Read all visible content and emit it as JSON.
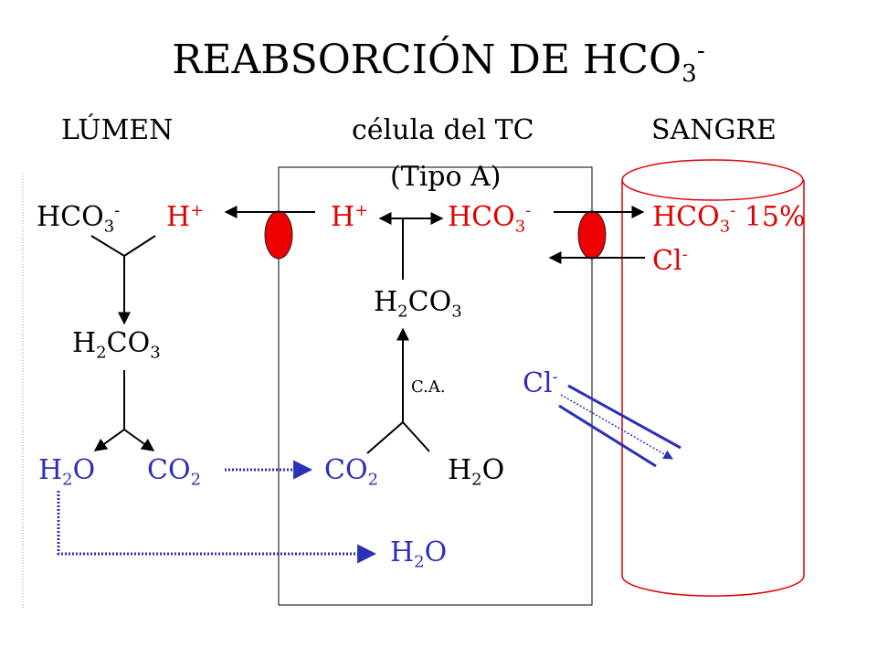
{
  "title": {
    "main": "REABSORCIÓN  DE HCO",
    "sub": "3",
    "sup": "-"
  },
  "headers": {
    "lumen": "LÚMEN",
    "cell": "célula del TC",
    "cell_type": "(Tipo A)",
    "blood": "SANGRE"
  },
  "formula": {
    "hco": "HCO",
    "three": "3",
    "minus": "-",
    "plus": "+",
    "h": "H",
    "h2": "2",
    "co": "CO",
    "o": "O",
    "cl": "Cl",
    "pct": "15%",
    "ca": "C.A."
  },
  "colors": {
    "blue": "#2c2fb8",
    "red_transporter": "#e00000",
    "cylinder": "#e00000"
  }
}
